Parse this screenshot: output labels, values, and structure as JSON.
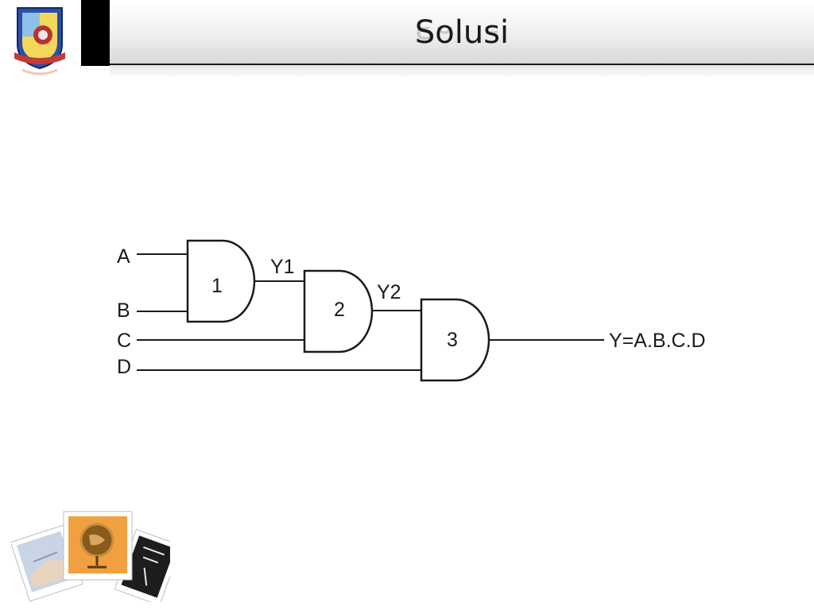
{
  "slide": {
    "title": "Solusi"
  },
  "circuit": {
    "inputs": [
      "A",
      "B",
      "C",
      "D"
    ],
    "gates": [
      {
        "label": "1",
        "type": "AND"
      },
      {
        "label": "2",
        "type": "AND"
      },
      {
        "label": "3",
        "type": "AND"
      }
    ],
    "intermediate": [
      "Y1",
      "Y2"
    ],
    "output": "Y=A.B.C.D"
  },
  "icons": {
    "logo": "school-crest-icon",
    "photos": "stacked-photos-icon"
  }
}
